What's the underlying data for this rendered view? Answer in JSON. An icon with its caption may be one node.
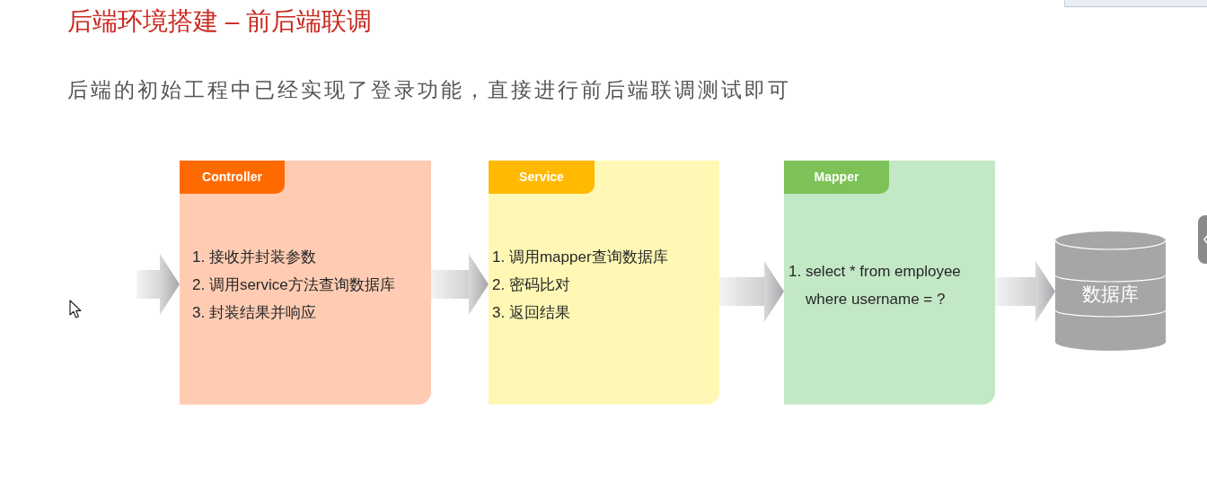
{
  "diagram": {
    "title": "后端环境搭建 – 前后端联调",
    "nodes": [
      {
        "text": [
          "Controller",
          "1. 接收并封装参数",
          "2. 调用service方法查询数据库",
          "3. 封装结果并响应"
        ]
      },
      {
        "text": [
          "Service",
          "1. 调用mapper查询数据库",
          "2. 密码比对",
          "3. 返回结果"
        ]
      },
      {
        "text": [
          "Mapper",
          "1. select * from employee where username = ?"
        ]
      },
      {
        "text": [
          "数据库"
        ]
      }
    ],
    "edges": [
      {
        "from": null,
        "to": 0,
        "arrow": "to"
      },
      {
        "from": 0,
        "to": 1,
        "arrow": "to"
      },
      {
        "from": 1,
        "to": 2,
        "arrow": "to"
      },
      {
        "from": 2,
        "to": 3,
        "arrow": "to"
      }
    ],
    "labels": [
      "后端的初始工程中已经实现了登录功能，直接进行前后端联调测试即可"
    ]
  }
}
